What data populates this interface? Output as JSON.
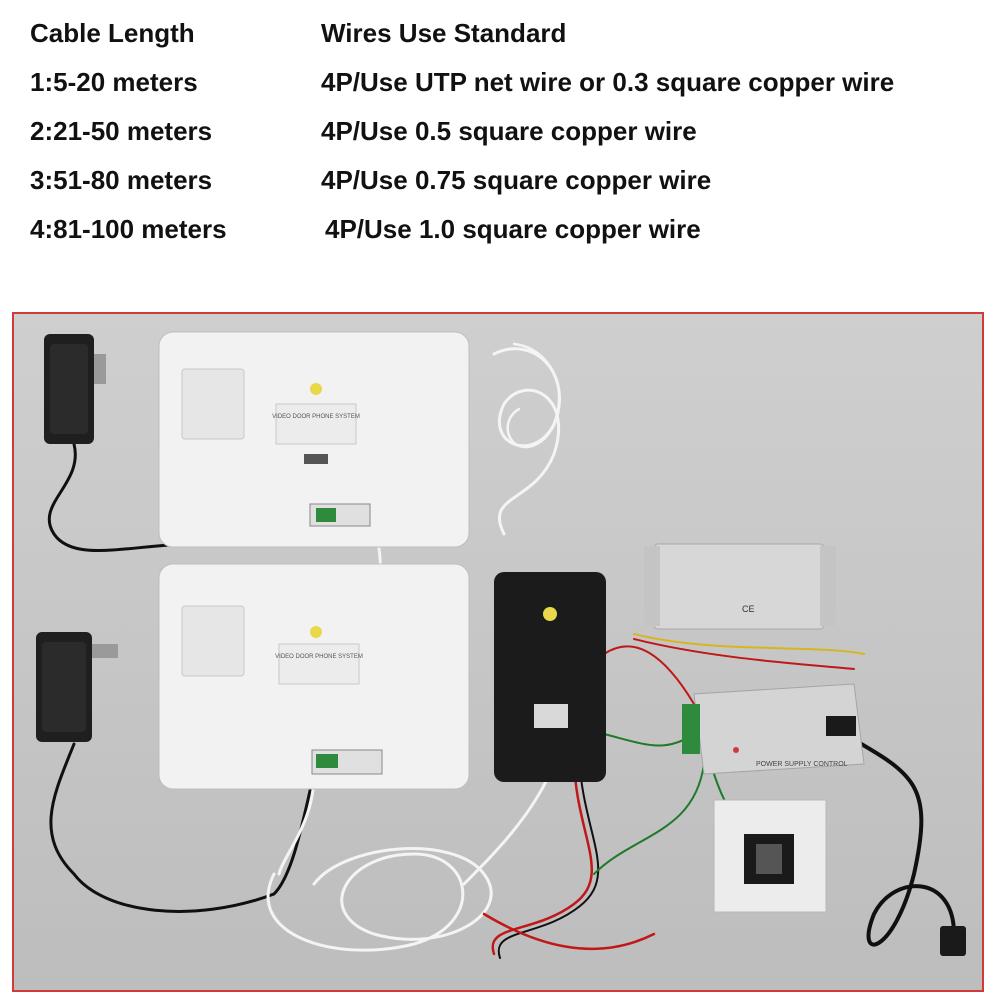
{
  "spec_table": {
    "header": {
      "length": "Cable Length",
      "standard": "Wires Use Standard"
    },
    "rows": [
      {
        "length": "1:5-20 meters",
        "standard": "4P/Use UTP net wire or 0.3 square copper wire"
      },
      {
        "length": "2:21-50 meters",
        "standard": "4P/Use 0.5 square copper wire"
      },
      {
        "length": "3:51-80 meters",
        "standard": "4P/Use 0.75 square copper wire"
      },
      {
        "length": "4:81-100 meters",
        "standard": "4P/Use 1.0 square copper wire"
      }
    ]
  },
  "photo": {
    "monitor_label": "VIDEO DOOR PHONE SYSTEM",
    "power_unit_label": "POWER SUPPLY CONTROL",
    "lock_mark": "CE",
    "colors": {
      "frame": "#d23a3a",
      "background": "#c8c8c8",
      "monitor": "#f2f2f2",
      "outdoor_unit": "#1b1b1b",
      "adapter": "#1f1f1f",
      "wire_white": "#f4f4f4",
      "wire_red": "#c01818",
      "wire_green": "#1f7a2a",
      "wire_yellow": "#d8b420",
      "wire_black": "#101010",
      "terminal_green": "#2e8a3c"
    }
  }
}
